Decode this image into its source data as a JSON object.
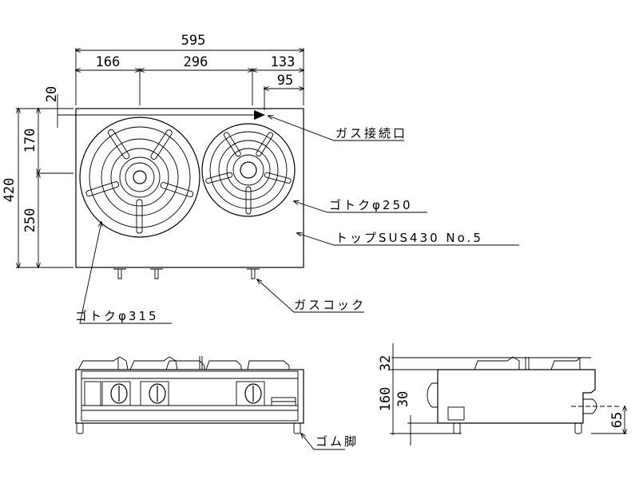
{
  "dimensions": {
    "overall_width": "595",
    "left_offset": "166",
    "burner_spacing": "296",
    "right_offset": "133",
    "gas_inlet_offset": "95",
    "gas_inlet_depth": "20",
    "depth_front": "170",
    "depth_back": "250",
    "overall_depth": "420",
    "trivet_height": "32",
    "body_height": "160",
    "leg_height": "30",
    "inlet_height": "65"
  },
  "labels": {
    "gas_inlet": "ガス接続口",
    "trivet_small": "ゴトクφ250",
    "top_material": "トップSUS430 No.5",
    "gas_cock": "ガスコック",
    "trivet_large": "ゴトクφ315",
    "rubber_feet": "ゴム脚"
  }
}
